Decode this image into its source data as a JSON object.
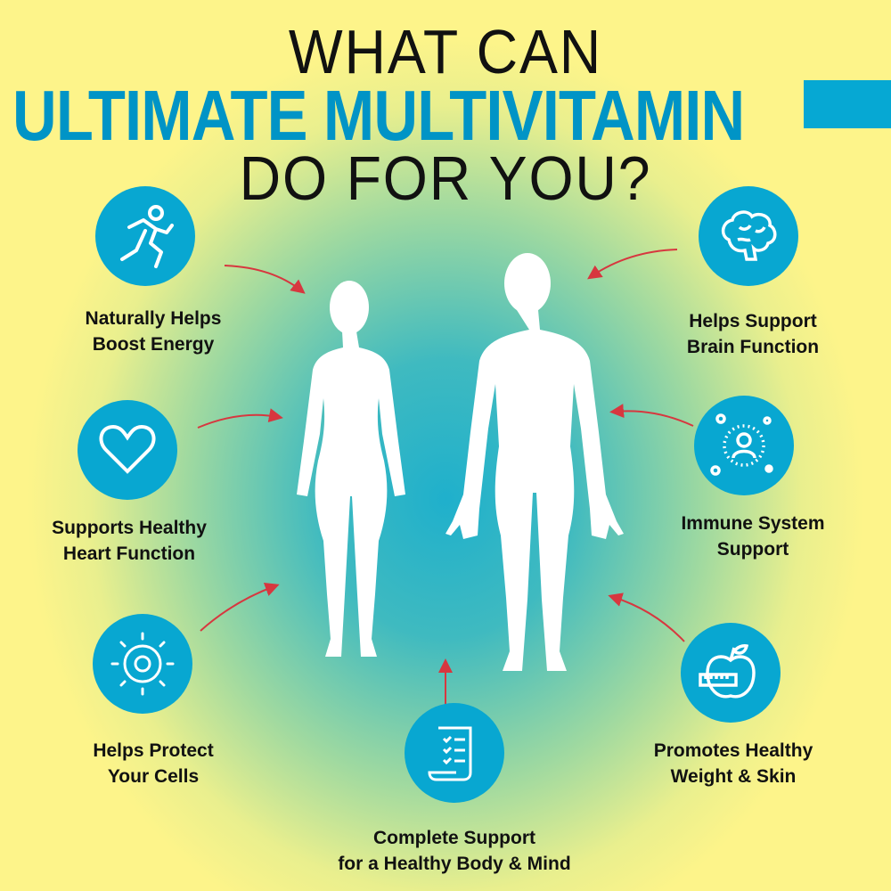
{
  "title": {
    "line1": "WHAT CAN",
    "line2": "ULTIMATE MULTIVITAMIN",
    "line3": "DO FOR YOU?"
  },
  "colors": {
    "accent": "#0094c6",
    "circle": "#08a7d1",
    "arrow": "#d7373f",
    "background_outer": "#fdf48a",
    "background_center": "#1fb0cc"
  },
  "benefits": [
    {
      "icon": "running-person-icon",
      "line1": "Naturally Helps",
      "line2": "Boost Energy"
    },
    {
      "icon": "heart-icon",
      "line1": "Supports Healthy",
      "line2": "Heart Function"
    },
    {
      "icon": "cell-icon",
      "line1": "Helps Protect",
      "line2": "Your Cells"
    },
    {
      "icon": "checklist-icon",
      "line1": "Complete Support",
      "line2": "for a Healthy Body & Mind"
    },
    {
      "icon": "brain-icon",
      "line1": "Helps Support",
      "line2": "Brain Function"
    },
    {
      "icon": "immune-person-icon",
      "line1": "Immune System",
      "line2": "Support"
    },
    {
      "icon": "apple-tape-icon",
      "line1": "Promotes Healthy",
      "line2": "Weight & Skin"
    }
  ]
}
